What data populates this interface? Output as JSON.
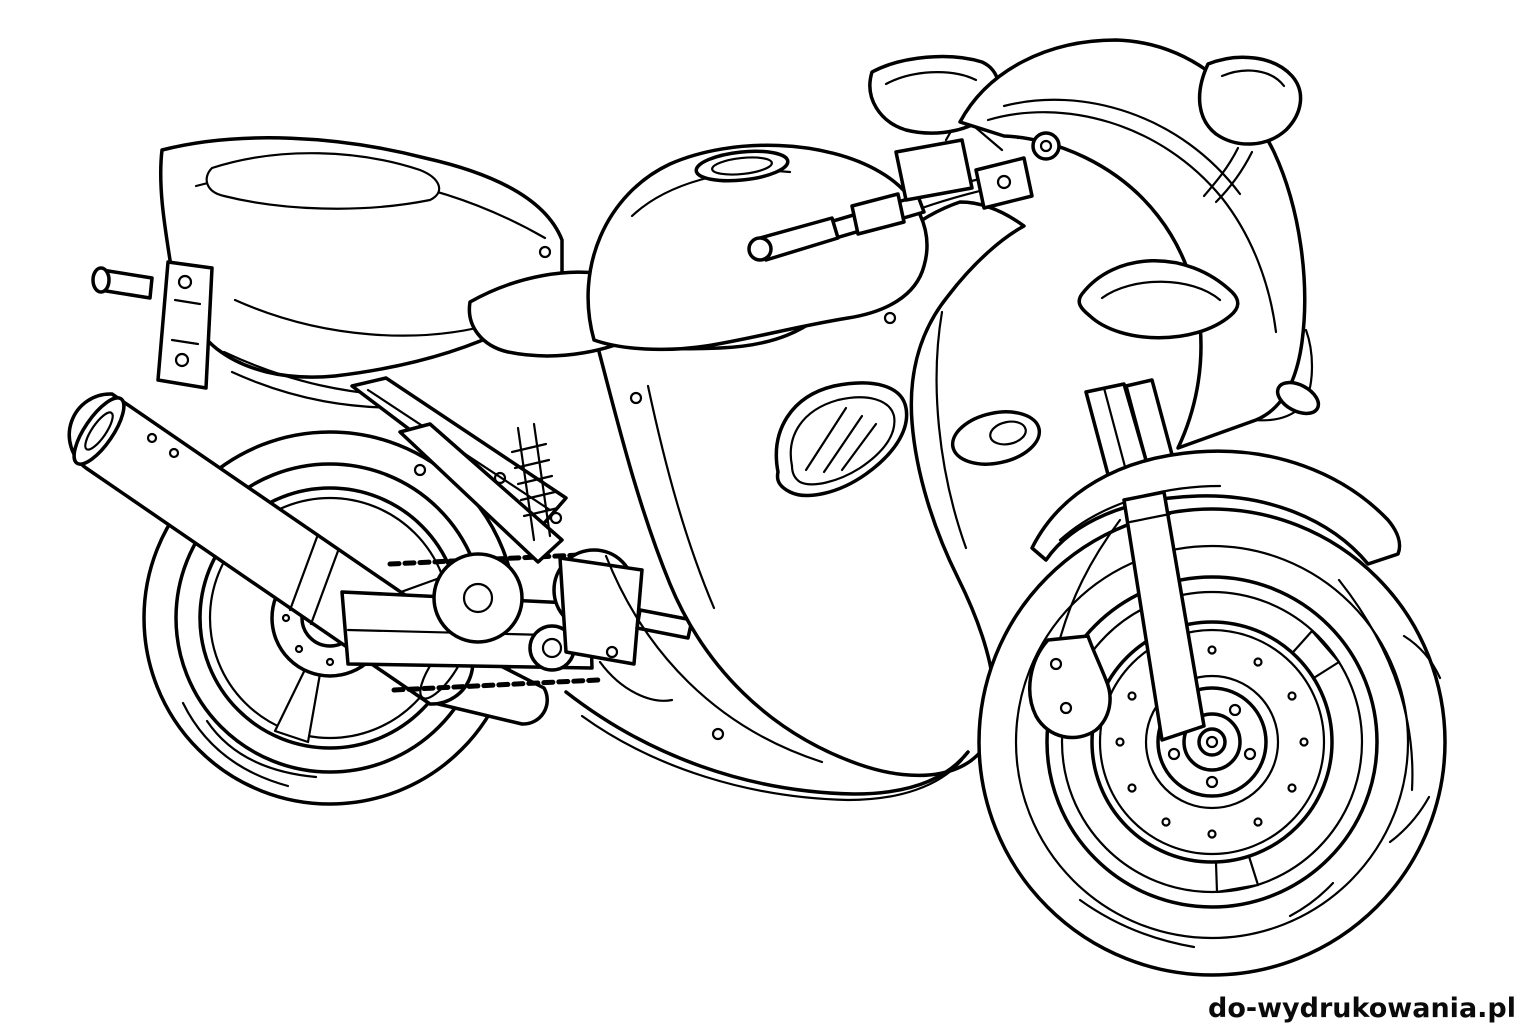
{
  "page": {
    "subject": "Coloring page: black-and-white line art drawing of a sport motorcycle, side view facing right",
    "watermark": "do-wydrukowania.pl",
    "colors": {
      "background": "#ffffff",
      "line": "#000000"
    }
  },
  "art": {
    "parts": [
      "rear-wheel",
      "tail-section",
      "passenger-peg-bracket",
      "exhaust-muffler",
      "swingarm-engine",
      "rider-seat",
      "fuel-tank",
      "main-fairing",
      "air-scoop",
      "handlebar",
      "left-mirror",
      "right-mirror",
      "windscreen",
      "headlight",
      "front-fork",
      "front-fender",
      "front-wheel",
      "brake-caliper"
    ]
  }
}
